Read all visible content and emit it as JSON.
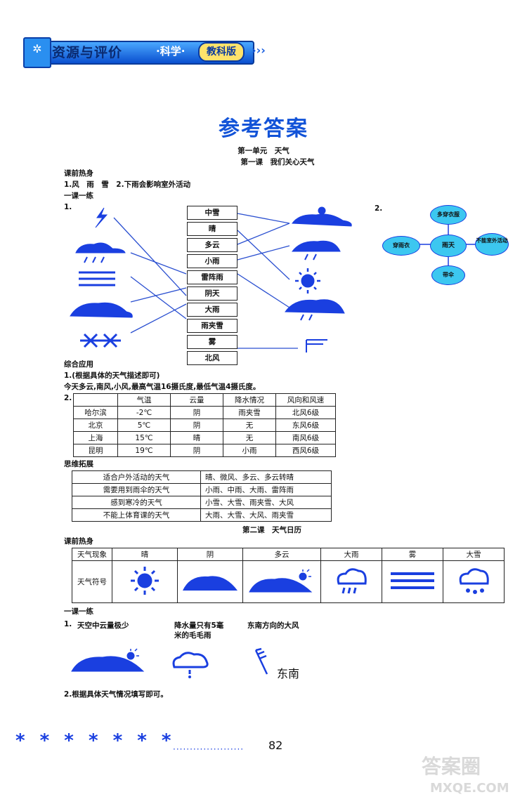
{
  "header": {
    "title": "资源与评价",
    "subject": "·科学·",
    "edition": "教科版",
    "arrows": "›››"
  },
  "page_title": "参考答案",
  "unit_title": "第一单元　天气",
  "lesson1_title": "第一课　我们关心天气",
  "sec_pre1": "课前热身",
  "pre1_answer": "1.风　雨　雪　2.下雨会影响室外活动",
  "sec_practice1": "一课一练",
  "q1_label": "1.",
  "match_words": [
    "中雪",
    "晴",
    "多云",
    "小雨",
    "雷阵雨",
    "阴天",
    "大雨",
    "雨夹雪",
    "雾",
    "北风"
  ],
  "q2_label": "2.",
  "mindmap": {
    "center": "雨天",
    "top": "多穿衣服",
    "left": "穿雨衣",
    "right": "不能室外活动",
    "bottom": "带伞"
  },
  "sec_apply": "综合应用",
  "apply_q1": "1.(根据具体的天气描述即可)",
  "apply_q1_example": "今天多云,南风,小风,最高气温16摄氏度,最低气温4摄氏度。",
  "apply_q2_label": "2.",
  "city_table": {
    "headers": [
      "",
      "气温",
      "云量",
      "降水情况",
      "风向和风速"
    ],
    "rows": [
      [
        "哈尔滨",
        "-2℃",
        "阴",
        "雨夹雪",
        "北风6级"
      ],
      [
        "北京",
        "5℃",
        "阴",
        "无",
        "东风6级"
      ],
      [
        "上海",
        "15℃",
        "晴",
        "无",
        "南风6级"
      ],
      [
        "昆明",
        "19℃",
        "阴",
        "小雨",
        "西风6级"
      ]
    ]
  },
  "sec_extend": "思维拓展",
  "extend_table": [
    [
      "适合户外活动的天气",
      "晴、微风、多云、多云转晴"
    ],
    [
      "需要用到雨伞的天气",
      "小雨、中雨、大雨、雷阵雨"
    ],
    [
      "感到寒冷的天气",
      "小雪、大雪、雨夹雪、大风"
    ],
    [
      "不能上体育课的天气",
      "大雨、大雪、大风、雨夹雪"
    ]
  ],
  "lesson2_title": "第二课　天气日历",
  "sec_pre2": "课前热身",
  "symbol_table": {
    "row1_head": "天气现象",
    "row2_head": "天气符号",
    "phenomena": [
      "晴",
      "阴",
      "多云",
      "大雨",
      "雾",
      "大雪"
    ]
  },
  "sec_practice2": "一课一练",
  "p2_q1_label": "1.",
  "p2_desc": [
    "天空中云量极少",
    "降水量只有5毫米的毛毛雨",
    "东南方向的大风"
  ],
  "p2_wind_label": "东南",
  "p2_q2": "2.根据具体天气情况填写即可。",
  "footer": {
    "stars": "*  *  *  *  *  *  *",
    "dots": "·····················",
    "page_number": "82"
  },
  "watermark": {
    "line1": "答案圈",
    "line2": "MXQE.COM"
  },
  "colors": {
    "accent": "#1a3fe0",
    "title": "#1253d8",
    "line": "#2a4fd0"
  }
}
